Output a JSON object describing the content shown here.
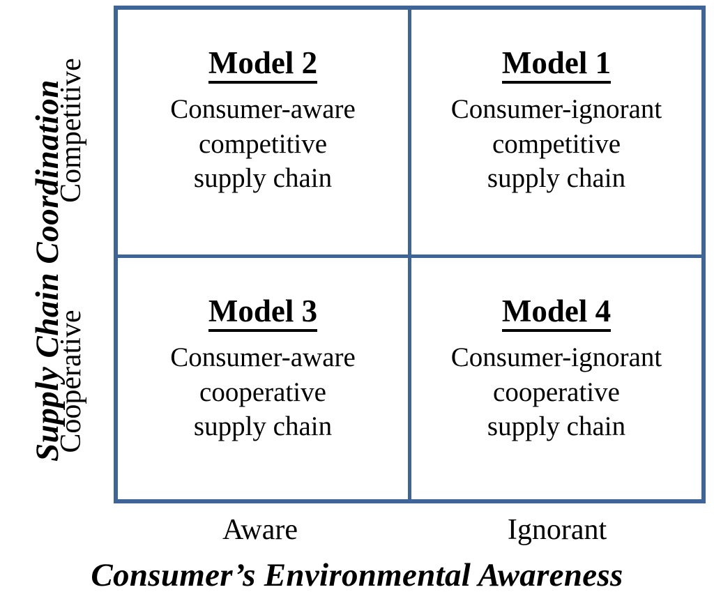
{
  "figure": {
    "type": "2x2-matrix",
    "title": "",
    "border_color": "#3f6498",
    "text_color": "#000000",
    "background": "#ffffff"
  },
  "axes": {
    "y": {
      "title": "Supply Chain Coordination",
      "categories": [
        "Competitive",
        "Cooperative"
      ]
    },
    "x": {
      "title": "Consumer’s Environmental Awareness",
      "categories": [
        "Aware",
        "Ignorant"
      ]
    }
  },
  "cells": {
    "top_left": {
      "title": "Model 2",
      "line1": "Consumer-aware",
      "line2": "competitive",
      "line3": "supply  chain",
      "row": "Competitive",
      "column": "Aware"
    },
    "top_right": {
      "title": "Model 1",
      "line1": "Consumer-ignorant",
      "line2": "competitive",
      "line3": "supply  chain",
      "row": "Competitive",
      "column": "Ignorant"
    },
    "bottom_left": {
      "title": "Model 3",
      "line1": "Consumer-aware",
      "line2": "cooperative",
      "line3": "supply  chain",
      "row": "Cooperative",
      "column": "Aware"
    },
    "bottom_right": {
      "title": "Model 4",
      "line1": "Consumer-ignorant",
      "line2": "cooperative",
      "line3": "supply  chain",
      "row": "Cooperative",
      "column": "Ignorant"
    }
  }
}
